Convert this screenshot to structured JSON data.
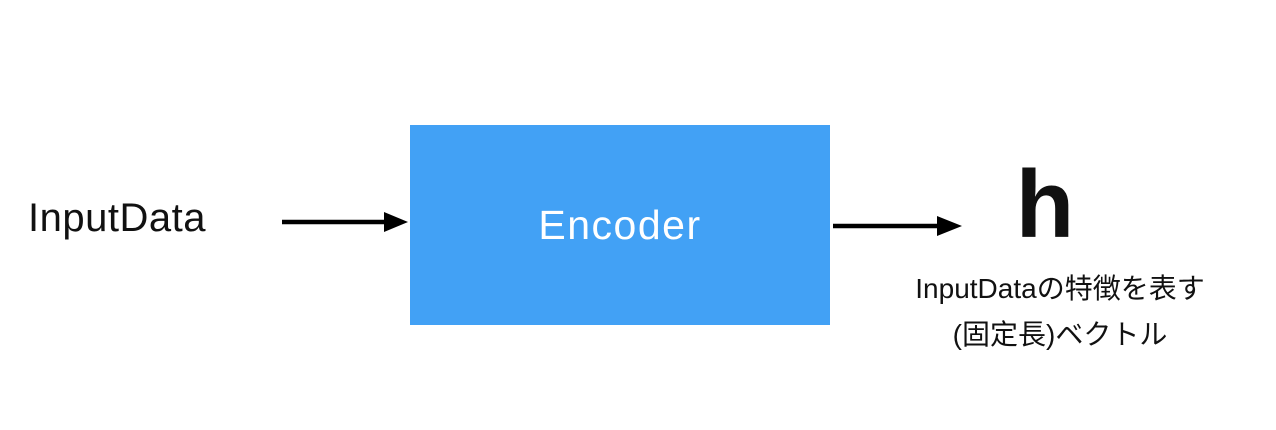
{
  "diagram": {
    "input": {
      "label": "InputData"
    },
    "encoder": {
      "label": "Encoder",
      "fill_color": "#42A1F5",
      "text_color": "#FFFFFF"
    },
    "output": {
      "symbol": "h",
      "caption_line1": "InputDataの特徴を表す",
      "caption_line2": "(固定長)ベクトル"
    },
    "arrows": [
      {
        "icon": "arrow-right-icon",
        "color": "#000000"
      },
      {
        "icon": "arrow-right-icon",
        "color": "#000000"
      }
    ],
    "colors": {
      "background": "#FFFFFF",
      "text": "#111111",
      "arrow": "#000000"
    }
  }
}
